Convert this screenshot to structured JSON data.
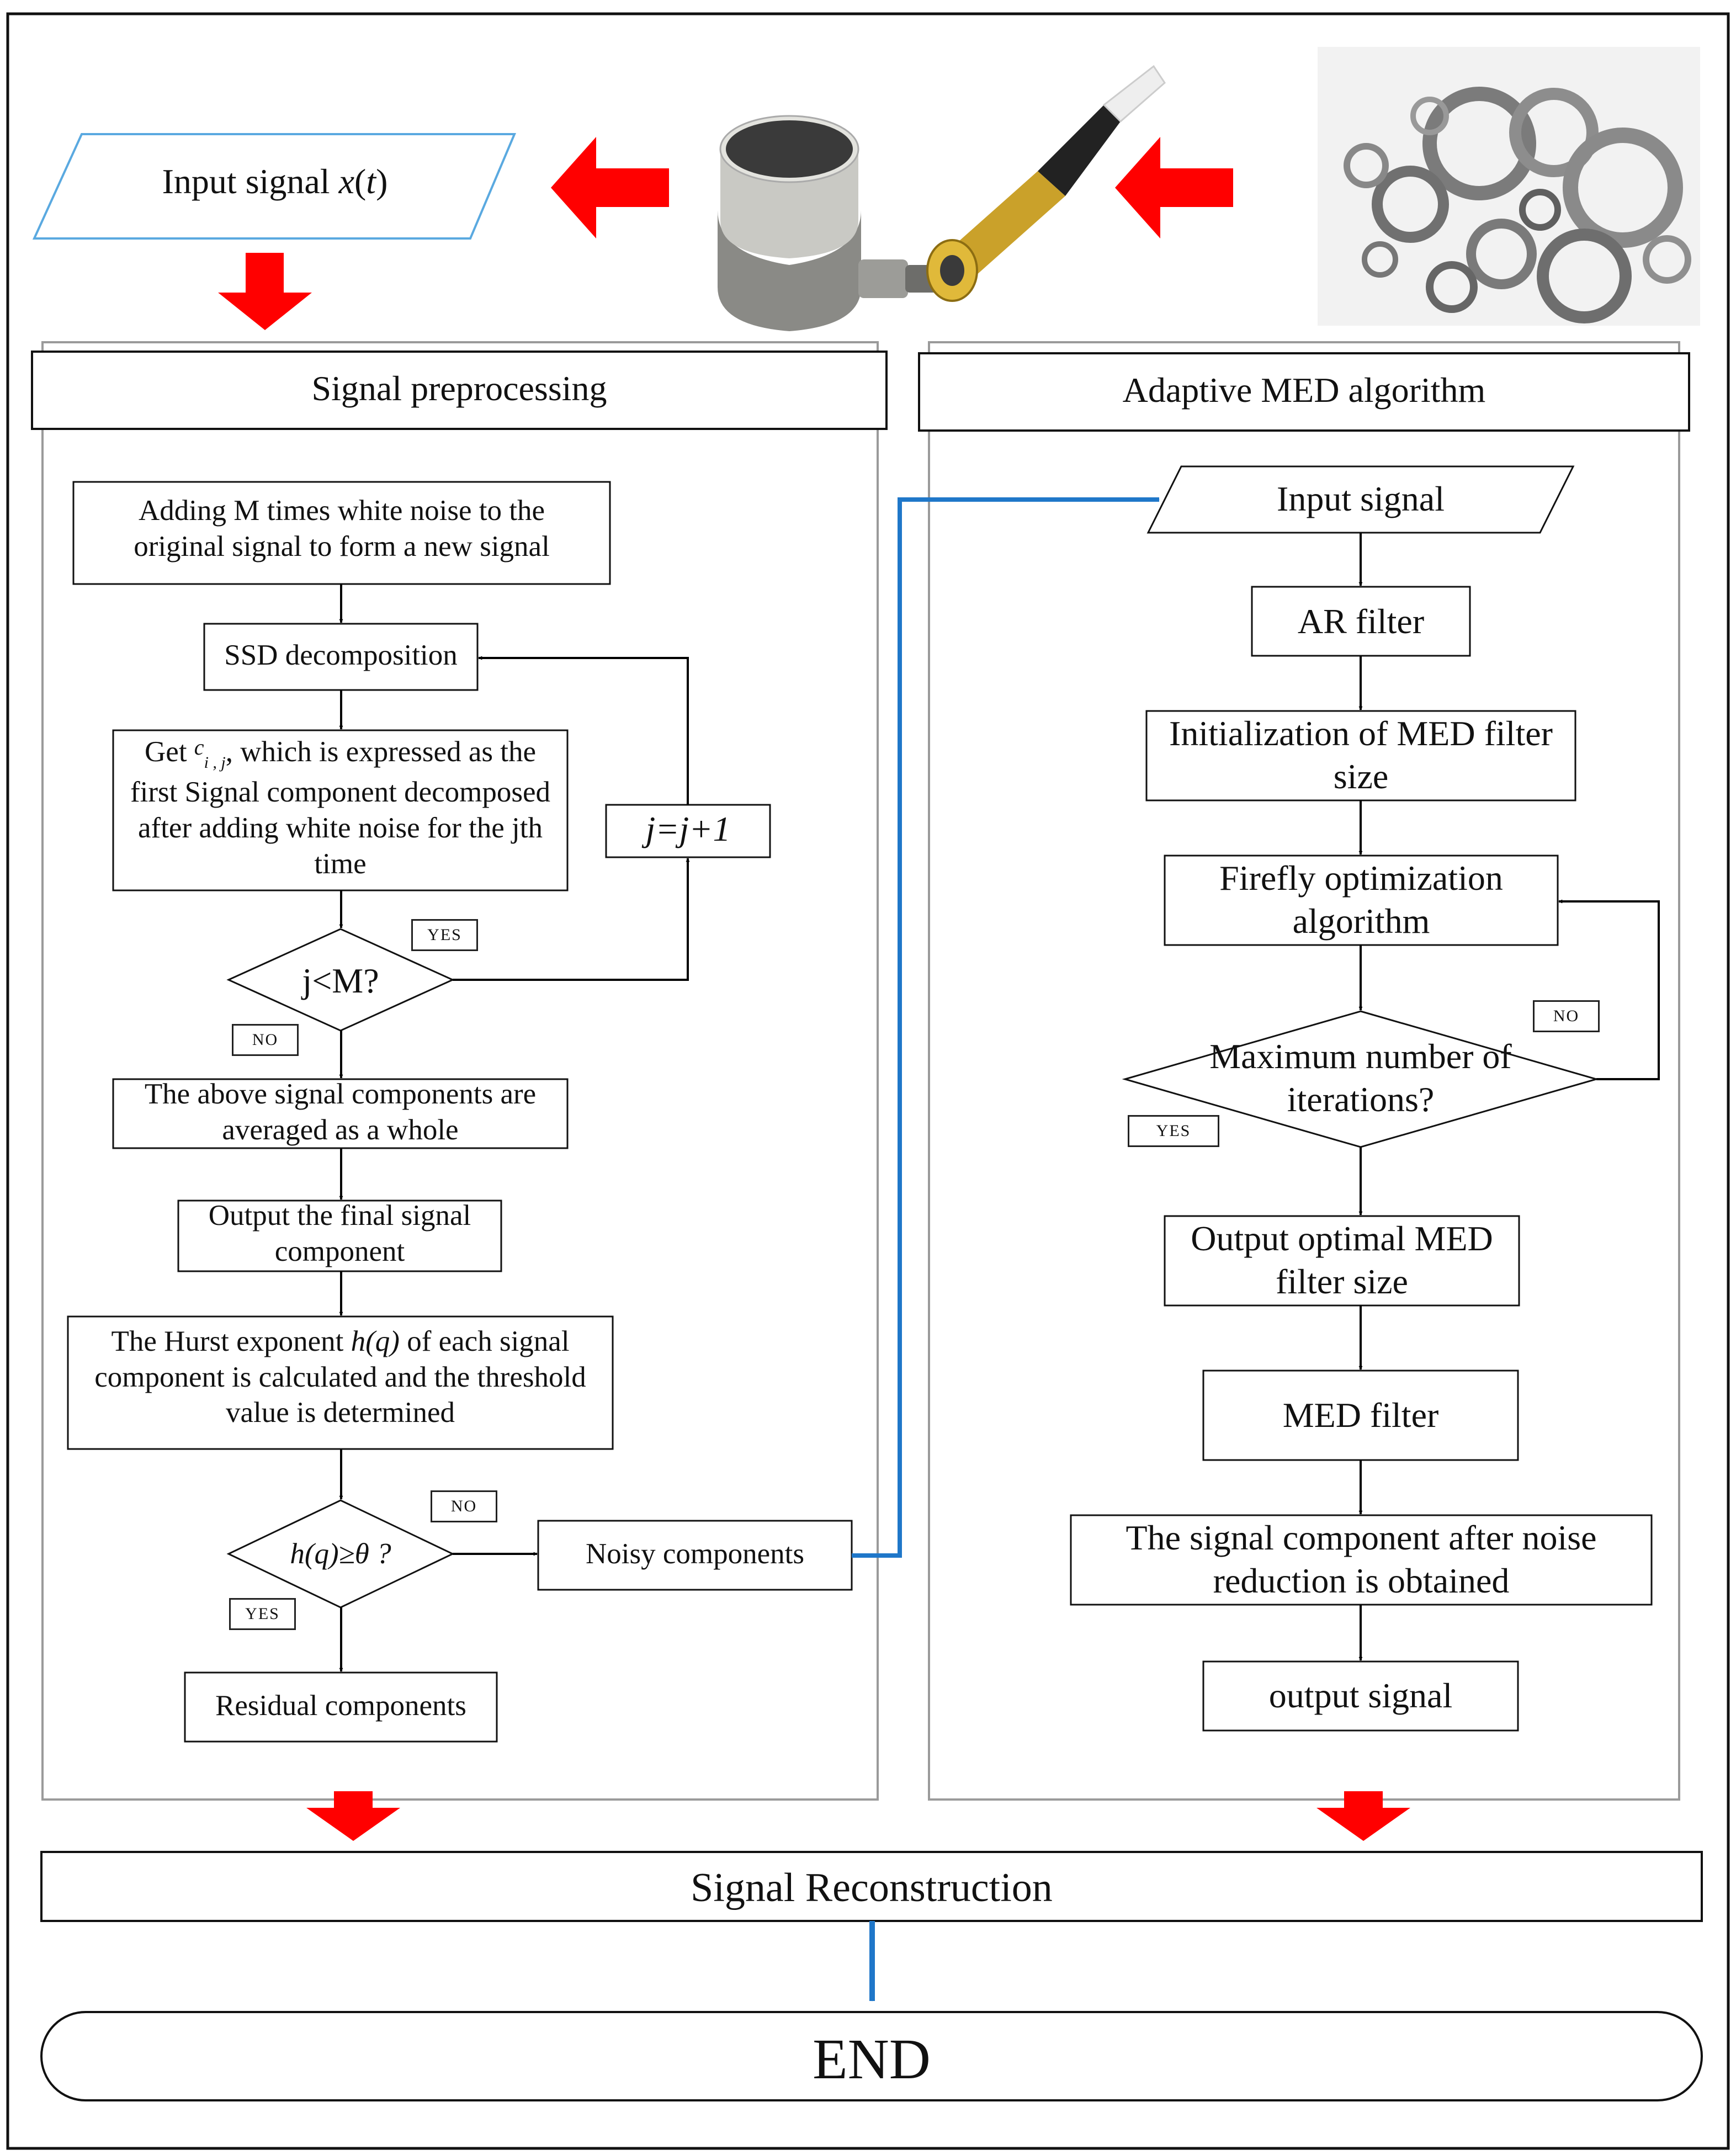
{
  "top": {
    "input_signal_prefix": "Input signal ",
    "input_signal_var": "x",
    "input_signal_open": "(",
    "input_signal_arg": "t",
    "input_signal_close": ")"
  },
  "preprocessing": {
    "header": "Signal preprocessing",
    "step_add_noise": "Adding M times white noise to the original signal to form a new signal",
    "step_ssd": "SSD decomposition",
    "step_get_prefix": "Get ",
    "step_get_symbol": "c",
    "step_get_subscript": "i , j",
    "step_get_suffix": ", which is expressed as the first Signal component decomposed after adding white noise for the jth time",
    "step_increment": "j=j+1",
    "decision_loop": "j<M?",
    "label_yes_1": "YES",
    "label_no_1": "NO",
    "step_average": "The above signal components are averaged as a whole",
    "step_output_final": "Output the final signal component",
    "step_hurst_a": "The Hurst exponent ",
    "step_hurst_var": "h(q)",
    "step_hurst_b": " of each signal component is calculated and the threshold value is determined",
    "decision_threshold": "h(q)≥θ ?",
    "label_no_2": "NO",
    "label_yes_2": "YES",
    "step_noisy": "Noisy components",
    "step_residual": "Residual components"
  },
  "med": {
    "header": "Adaptive MED algorithm",
    "input_signal": "Input signal",
    "ar_filter": "AR filter",
    "init_size": "Initialization of MED filter size",
    "firefly": "Firefly optimization algorithm",
    "decision_iter": "Maximum number of iterations?",
    "label_no": "NO",
    "label_yes": "YES",
    "output_optimal": "Output optimal MED filter size",
    "med_filter": "MED filter",
    "noise_reduced": "The signal component after noise reduction is obtained",
    "output_signal": "output signal"
  },
  "reconstruction": "Signal Reconstruction",
  "end": "END",
  "colors": {
    "arrow_red": "#ff0000",
    "arrow_blue": "#1f77c9",
    "input_border": "#5aa9e0",
    "panel_border": "#9a9a9a"
  },
  "icons": {
    "sensor": "accelerometer-sensor-icon",
    "bearings": "ball-bearings-icon"
  }
}
